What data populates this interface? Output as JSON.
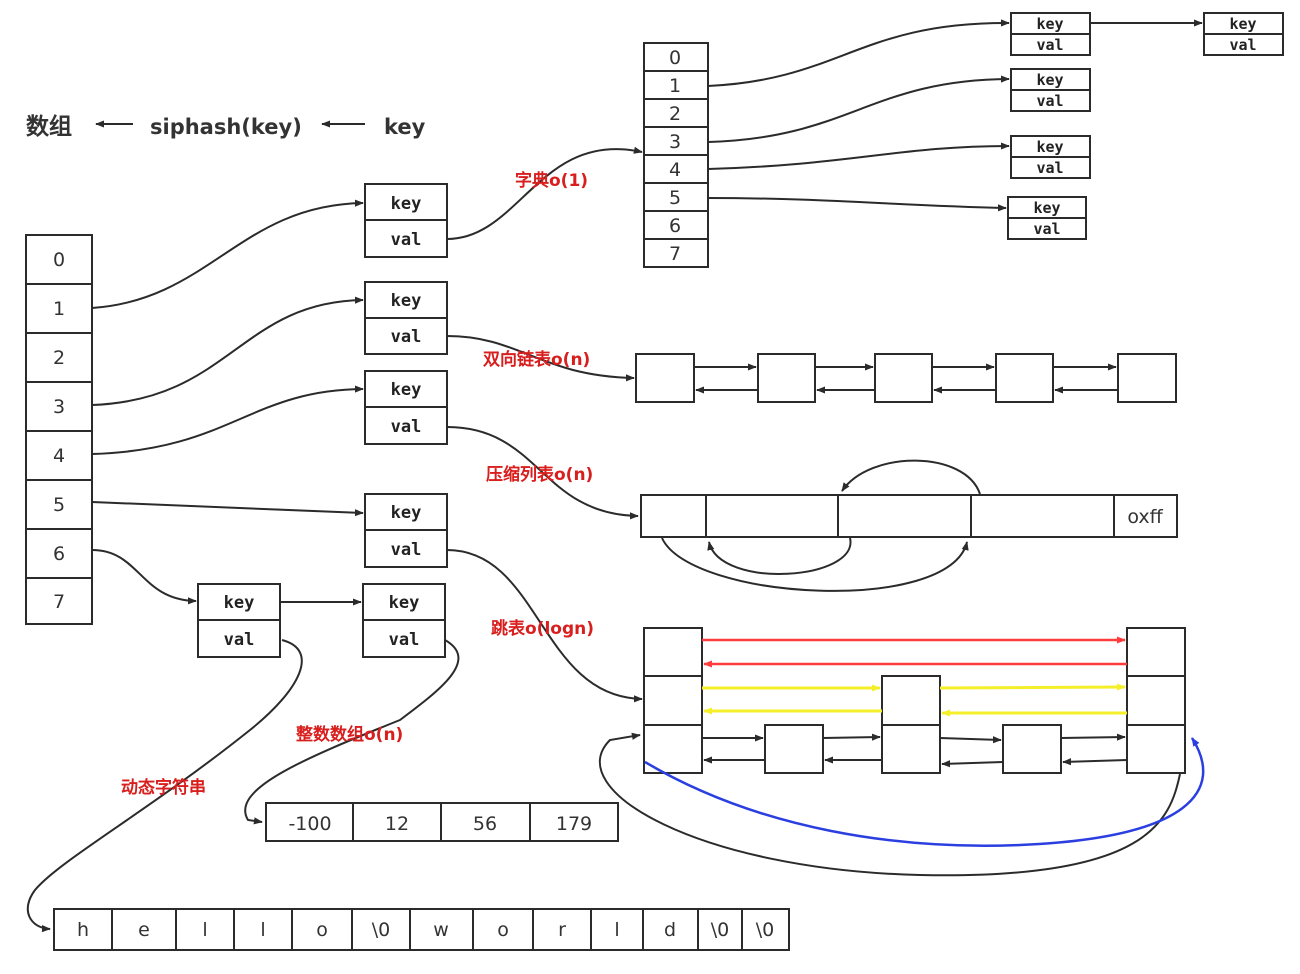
{
  "header": {
    "array_label": "数组",
    "hash_label": "siphash(key)",
    "key_label": "key",
    "arrow": "←"
  },
  "main_array": {
    "indices": [
      "0",
      "1",
      "2",
      "3",
      "4",
      "5",
      "6",
      "7"
    ]
  },
  "entry": {
    "key": "key",
    "val": "val"
  },
  "dict": {
    "label": "字典o(1)",
    "indices": [
      "0",
      "1",
      "2",
      "3",
      "4",
      "5",
      "6",
      "7"
    ],
    "node_key": "key",
    "node_val": "val"
  },
  "linked_list": {
    "label": "双向链表o(n)"
  },
  "ziplist": {
    "label": "压缩列表o(n)",
    "end_marker": "oxff"
  },
  "skiplist": {
    "label": "跳表o(logn)"
  },
  "intset": {
    "label": "整数数组o(n)",
    "values": [
      "-100",
      "12",
      "56",
      "179"
    ]
  },
  "sds": {
    "label": "动态字符串",
    "chars": [
      "h",
      "e",
      "l",
      "l",
      "o",
      "\\0",
      "w",
      "o",
      "r",
      "l",
      "d",
      "\\0",
      "\\0"
    ]
  },
  "colors": {
    "label_red": "#d91e1e",
    "level_top": "#ff3b3b",
    "level_mid": "#f5ef2a",
    "loop": "#2b3fe0",
    "line": "#2b2b2b"
  }
}
